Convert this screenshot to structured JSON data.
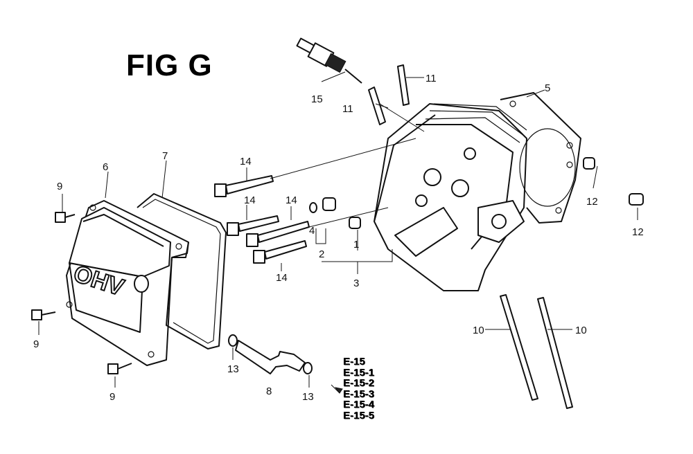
{
  "figure": {
    "title": "FIG G"
  },
  "callouts": {
    "c1": "1",
    "c2": "2",
    "c3": "3",
    "c4": "4",
    "c5": "5",
    "c6": "6",
    "c7": "7",
    "c8": "8",
    "c9a": "9",
    "c9b": "9",
    "c9c": "9",
    "c10a": "10",
    "c10b": "10",
    "c11a": "11",
    "c11b": "11",
    "c12a": "12",
    "c12b": "12",
    "c13a": "13",
    "c13b": "13",
    "c14a": "14",
    "c14b": "14",
    "c14c": "14",
    "c14d": "14",
    "c15": "15"
  },
  "cover_lettering": "OHV",
  "references": [
    "E-15",
    "E-15-1",
    "E-15-2",
    "E-15-3",
    "E-15-4",
    "E-15-5"
  ]
}
